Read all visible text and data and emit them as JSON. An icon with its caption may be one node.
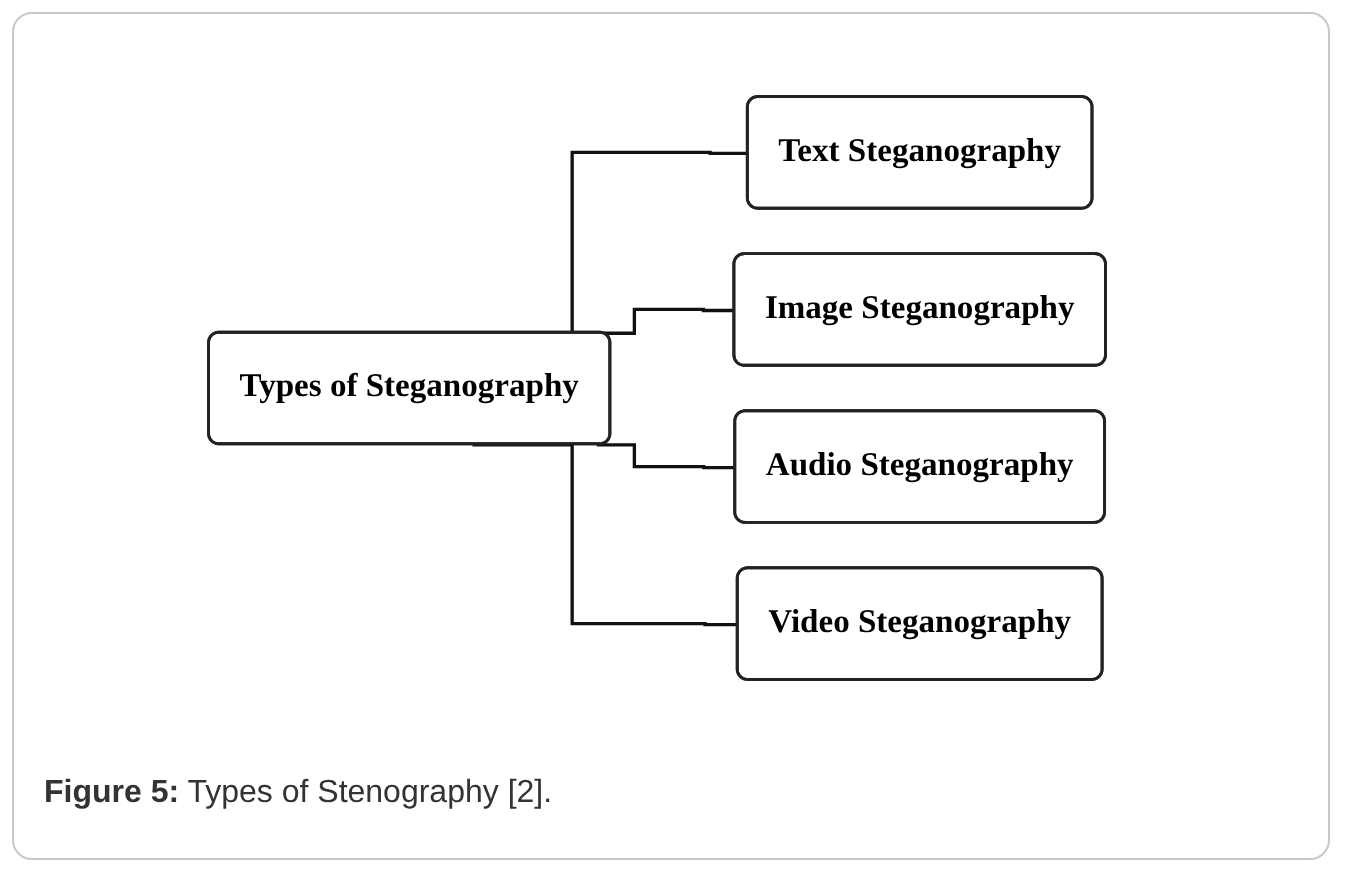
{
  "diagram": {
    "caption": "**Figure 5:** Types of Stenography [2].",
    "nodes": [
      {
        "text": [
          "Types of Steganography"
        ]
      },
      {
        "text": [
          "Text Steganography"
        ]
      },
      {
        "text": [
          "Image Steganography"
        ]
      },
      {
        "text": [
          "Audio Steganography"
        ]
      },
      {
        "text": [
          "Video Steganography"
        ]
      }
    ],
    "edges": [
      {
        "from": 0,
        "to": 1,
        "arrow": "none"
      },
      {
        "from": 0,
        "to": 2,
        "arrow": "none"
      },
      {
        "from": 0,
        "to": 3,
        "arrow": "none"
      },
      {
        "from": 0,
        "to": 4,
        "arrow": "none"
      }
    ]
  }
}
